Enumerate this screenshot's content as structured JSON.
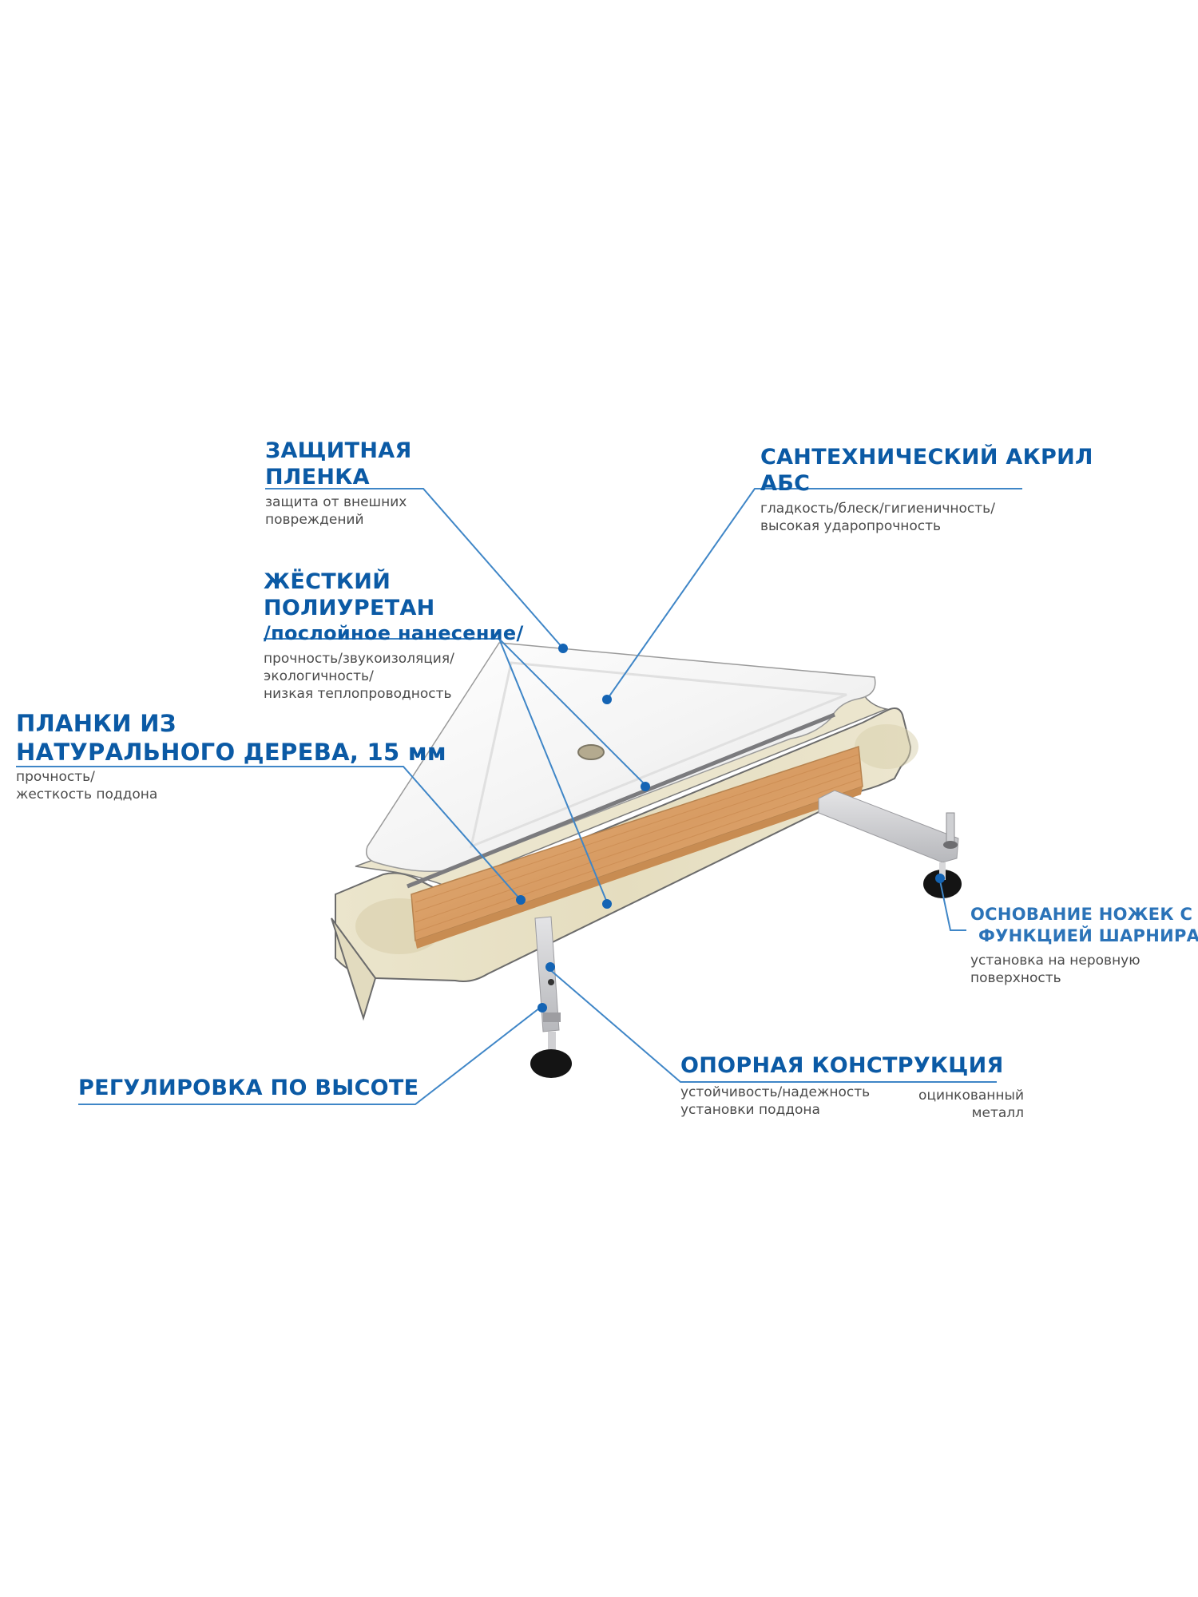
{
  "diagram": {
    "subject": "corner shower tray layered construction",
    "colors": {
      "accent_blue": "#0b5aa5",
      "leader_line": "#3f86c7",
      "callout_dot": "#1464b4",
      "subtext_gray": "#4b4b4b",
      "acrylic_white": "#f2f2f2",
      "polyurethane_beige": "#e8e2c8",
      "wood": "#dca56e",
      "metal": "#c9c9cc",
      "foot_black": "#141414"
    },
    "callouts": [
      {
        "id": "protective-film",
        "title_lines": [
          "ЗАЩИТНАЯ",
          "ПЛЕНКА"
        ],
        "description_lines": [
          "защита от внешних",
          "повреждений"
        ]
      },
      {
        "id": "sanitary-acrylic",
        "title_lines": [
          "САНТЕХНИЧЕСКИЙ АКРИЛ",
          "АБС"
        ],
        "description_lines": [
          "гладкость/блеск/гигиеничность/",
          "высокая ударопрочность"
        ]
      },
      {
        "id": "rigid-polyurethane",
        "title_lines": [
          "ЖЁСТКИЙ",
          "ПОЛИУРЕТАН",
          "/послойное нанесение/"
        ],
        "description_lines": [
          "прочность/звукоизоляция/",
          "экологичность/",
          "низкая теплопроводность"
        ]
      },
      {
        "id": "wood-slats",
        "title_lines": [
          "ПЛАНКИ ИЗ",
          "НАТУРАЛЬНОГО ДЕРЕВА, 15 мм"
        ],
        "description_lines": [
          "прочность/",
          "жесткость поддона"
        ]
      },
      {
        "id": "hinged-feet",
        "title_lines": [
          "ОСНОВАНИЕ НОЖЕК С",
          "ФУНКЦИЕЙ ШАРНИРА"
        ],
        "description_lines": [
          "установка на неровную",
          "поверхность"
        ]
      },
      {
        "id": "support-frame",
        "title_lines": [
          "ОПОРНАЯ КОНСТРУКЦИЯ"
        ],
        "description_lines": [
          "устойчивость/надежность",
          "установки поддона"
        ],
        "extra_lines": [
          "оцинкованный",
          "металл"
        ]
      },
      {
        "id": "height-adjustment",
        "title_lines": [
          "РЕГУЛИРОВКА ПО ВЫСОТЕ"
        ],
        "description_lines": []
      }
    ]
  }
}
